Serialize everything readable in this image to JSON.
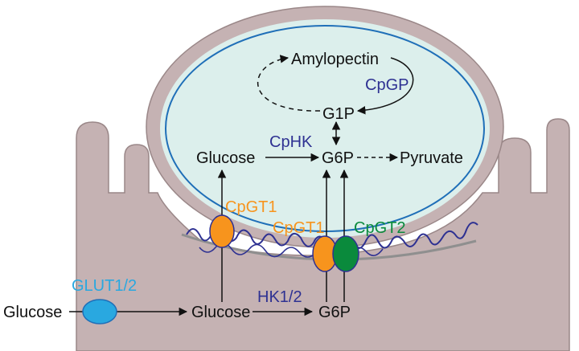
{
  "colors": {
    "host_cell": "#c5b2b3",
    "host_outline": "#9a8788",
    "parasite_wall": "#c5b2b3",
    "parasite_lumen": "#dcefec",
    "inner_membrane": "#1f6fb8",
    "metabolite": "#111111",
    "enzyme_blue": "#2e3192",
    "transporter_orange": "#f7941d",
    "transporter_green": "#0a8a3c",
    "transporter_cyan": "#29a8e0"
  },
  "labels": {
    "amylopectin": "Amylopectin",
    "cpgp": "CpGP",
    "g1p": "G1P",
    "glucose_inner": "Glucose",
    "cphk": "CpHK",
    "g6p_inner": "G6P",
    "pyruvate": "Pyruvate",
    "cpgt1_left": "CpGT1",
    "cpgt1_right": "CpGT1",
    "cpgt2": "CpGT2",
    "glut": "GLUT1/2",
    "glucose_outer": "Glucose",
    "glucose_host": "Glucose",
    "hk": "HK1/2",
    "g6p_host": "G6P"
  }
}
